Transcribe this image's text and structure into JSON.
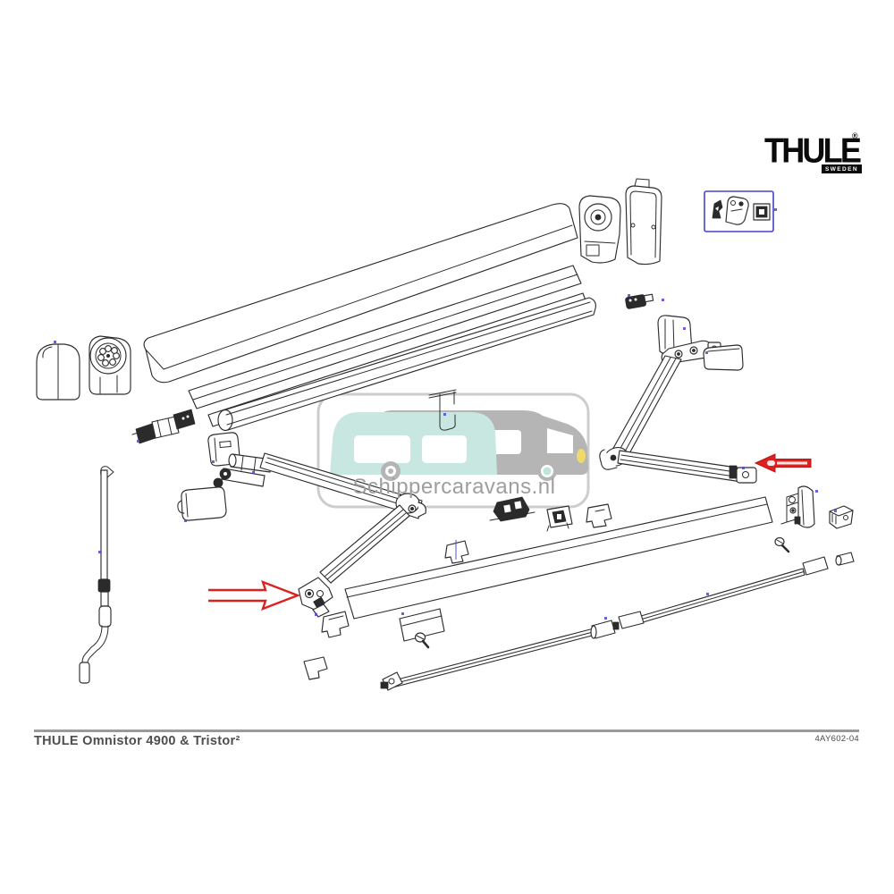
{
  "header": {
    "brand_logo": "THULE",
    "brand_registered": "®",
    "brand_country": "SWEDEN"
  },
  "watermark": {
    "text": "Schippercaravans.nl"
  },
  "footer": {
    "title": "THULE Omnistor 4900 & Tristor²",
    "doc_code": "4AY602-04"
  },
  "icons": {
    "pointer_arrow_pointing_left": "solid red arrow aimed at right arm end joint",
    "pointer_arrow_pointing_right": "outlined red arrow aimed at left arm end joint",
    "hotspot_box": "blue selection rectangle around small bracket parts"
  },
  "colors": {
    "line_art": "#2d2d2d",
    "arrow_red": "#e02020",
    "hotspot_blue": "#4444cc",
    "leader_tick_blue": "#4a4ad0",
    "watermark_border": "#cdcdcd",
    "watermark_van_gray": "#b5b5b5",
    "watermark_caravan_teal": "#c8e7e1",
    "watermark_headlight_yellow": "#f0d96a",
    "watermark_text_gray": "#9e9e9e",
    "footer_line_gray": "#9a9a9a"
  }
}
